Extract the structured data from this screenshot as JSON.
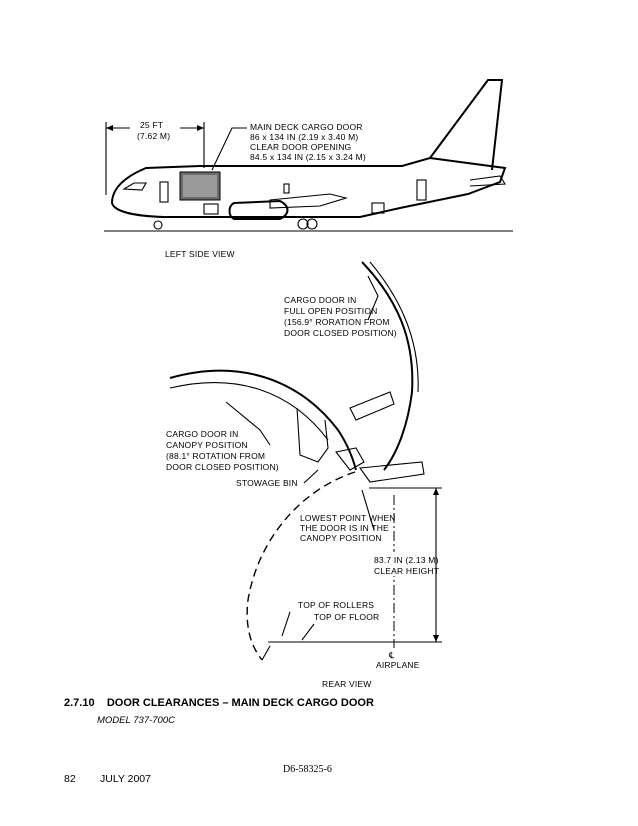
{
  "side_view": {
    "dim_ft": "25 FT",
    "dim_m": "(7.62 M)",
    "door_label": [
      "MAIN DECK CARGO DOOR",
      "86 x 134 IN (2.19 x 3.40 M)",
      "CLEAR DOOR OPENING",
      "84.5 x 134 IN (2.15 x 3.24 M)"
    ],
    "caption": "LEFT SIDE VIEW"
  },
  "rear_view": {
    "full_open": [
      "CARGO DOOR IN",
      "FULL OPEN POSITION",
      "(156.9° RORATION FROM",
      "DOOR CLOSED POSITION)"
    ],
    "canopy": [
      "CARGO DOOR IN",
      "CANOPY POSITION",
      "(88.1° ROTATION FROM",
      "DOOR CLOSED POSITION)"
    ],
    "stowage_bin": "STOWAGE BIN",
    "lowest_point": [
      "LOWEST POINT WHEN",
      "THE DOOR IS IN THE",
      "CANOPY POSITION"
    ],
    "clear_height": [
      "83.7 IN (2.13 M)",
      "CLEAR HEIGHT"
    ],
    "top_rollers": "TOP OF ROLLERS",
    "top_floor": "TOP OF FLOOR",
    "centerline": [
      "℄",
      "AIRPLANE"
    ],
    "caption": "REAR VIEW"
  },
  "figure": {
    "number": "2.7.10",
    "title": "DOOR CLEARANCES – MAIN DECK CARGO DOOR",
    "model": "MODEL 737-700C"
  },
  "footer": {
    "doc_number": "D6-58325-6",
    "page": "82",
    "date": "JULY 2007"
  }
}
